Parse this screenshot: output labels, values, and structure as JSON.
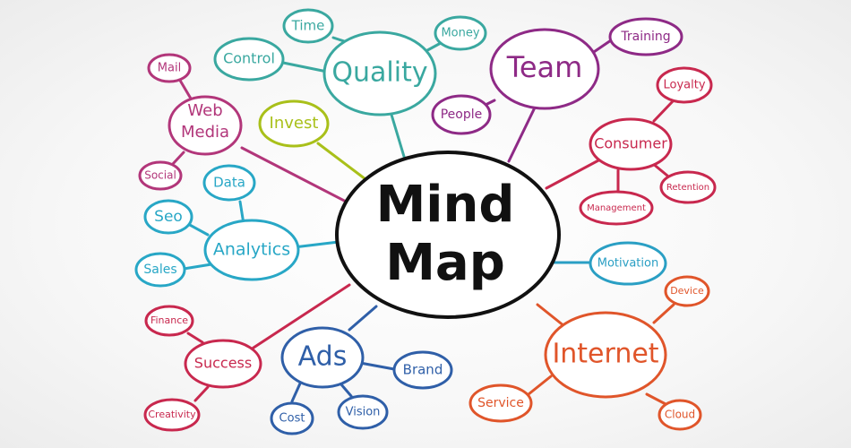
{
  "colors": {
    "center": "#111111",
    "quality": "#3aa8a0",
    "invest": "#a9c01a",
    "team": "#8e2a86",
    "web_media": "#b2367a",
    "consumer": "#c8284e",
    "analytics": "#28a7c6",
    "motivation": "#2a9fc4",
    "success": "#c8284e",
    "ads": "#2f5fa8",
    "internet": "#e0552a"
  },
  "center": {
    "line1": "Mind",
    "line2": "Map"
  },
  "nodes": {
    "quality": "Quality",
    "time": "Time",
    "control": "Control",
    "money": "Money",
    "invest": "Invest",
    "team": "Team",
    "training": "Training",
    "people": "People",
    "web_media_1": "Web",
    "web_media_2": "Media",
    "mail": "Mail",
    "social": "Social",
    "consumer": "Consumer",
    "loyalty": "Loyalty",
    "retention": "Retention",
    "management": "Management",
    "analytics": "Analytics",
    "data": "Data",
    "seo": "Seo",
    "sales": "Sales",
    "motivation": "Motivation",
    "success": "Success",
    "finance": "Finance",
    "creativity": "Creativity",
    "ads": "Ads",
    "brand": "Brand",
    "vision": "Vision",
    "cost": "Cost",
    "internet": "Internet",
    "device": "Device",
    "service": "Service",
    "cloud": "Cloud"
  }
}
